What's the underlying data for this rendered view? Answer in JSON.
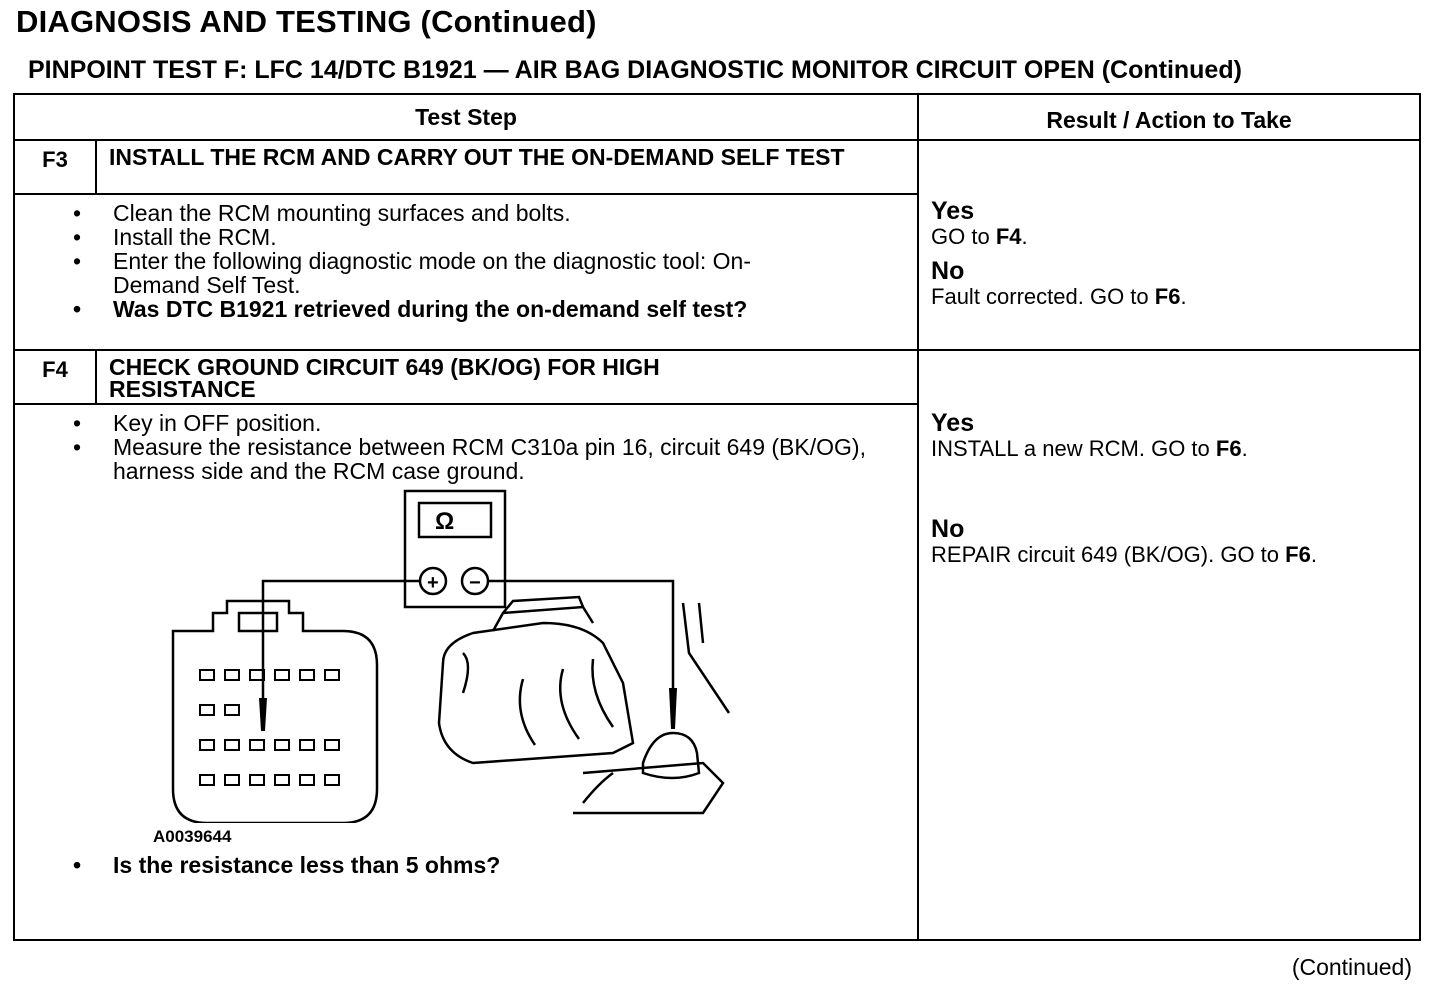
{
  "page": {
    "title": "DIAGNOSIS AND TESTING (Continued)",
    "subtitle": "PINPOINT TEST  F: LFC 14/DTC B1921 — AIR BAG DIAGNOSTIC MONITOR CIRCUIT OPEN (Continued)",
    "footer": "(Continued)"
  },
  "table": {
    "headers": {
      "test_step": "Test Step",
      "result": "Result / Action to Take"
    },
    "steps": [
      {
        "id": "F3",
        "heading": "INSTALL THE RCM AND CARRY OUT THE ON-DEMAND SELF TEST",
        "bullets": [
          "Clean the RCM mounting surfaces and bolts.",
          "Install the RCM.",
          "Enter the following diagnostic mode on the diagnostic tool: On-Demand Self Test."
        ],
        "question": "Was DTC B1921 retrieved during the on-demand self test?",
        "results": [
          {
            "label": "Yes",
            "text": "GO to ",
            "target": "F4",
            "end": "."
          },
          {
            "label": "No",
            "text": "Fault corrected. GO to ",
            "target": "F6",
            "end": "."
          }
        ]
      },
      {
        "id": "F4",
        "heading": "CHECK GROUND CIRCUIT 649 (BK/OG) FOR HIGH RESISTANCE",
        "bullets": [
          "Key in OFF position.",
          "Measure the resistance between RCM C310a pin 16, circuit 649 (BK/OG), harness side and the RCM case ground."
        ],
        "figure": {
          "meter_symbol": "Ω",
          "plus": "+",
          "minus": "−",
          "label": "A0039644"
        },
        "question": "Is the resistance less than 5 ohms?",
        "results": [
          {
            "label": "Yes",
            "text": "INSTALL a new RCM.  GO to ",
            "target": "F6",
            "end": "."
          },
          {
            "label": "No",
            "text": "REPAIR circuit 649 (BK/OG). GO to ",
            "target": "F6",
            "end": "."
          }
        ]
      }
    ]
  }
}
